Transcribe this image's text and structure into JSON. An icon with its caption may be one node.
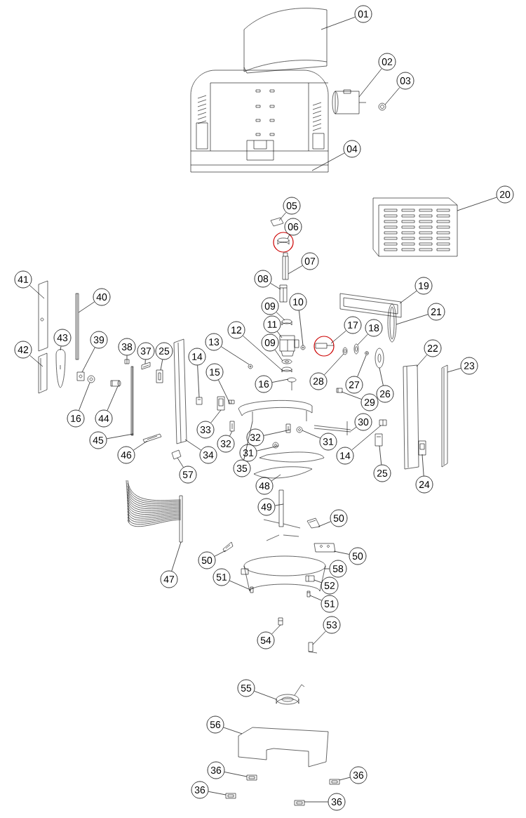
{
  "diagram": {
    "nodes": [
      {
        "text": [
          "01"
        ]
      },
      {
        "text": [
          "02"
        ]
      },
      {
        "text": [
          "03"
        ]
      },
      {
        "text": [
          "04"
        ]
      },
      {
        "text": [
          "05"
        ]
      },
      {
        "text": [
          "06"
        ]
      },
      {
        "text": [
          "20"
        ]
      },
      {
        "text": [
          "07"
        ]
      },
      {
        "text": [
          "08"
        ]
      },
      {
        "text": [
          "41"
        ]
      },
      {
        "text": [
          "40"
        ]
      },
      {
        "text": [
          "19"
        ]
      },
      {
        "text": [
          "10"
        ]
      },
      {
        "text": [
          "09"
        ]
      },
      {
        "text": [
          "11"
        ]
      },
      {
        "text": [
          "12"
        ]
      },
      {
        "text": [
          "09"
        ]
      },
      {
        "text": [
          "17"
        ]
      },
      {
        "text": [
          "18"
        ]
      },
      {
        "text": [
          "21"
        ]
      },
      {
        "text": [
          "43"
        ]
      },
      {
        "text": [
          "39"
        ]
      },
      {
        "text": [
          "38"
        ]
      },
      {
        "text": [
          "37"
        ]
      },
      {
        "text": [
          "25"
        ]
      },
      {
        "text": [
          "13"
        ]
      },
      {
        "text": [
          "42"
        ]
      },
      {
        "text": [
          "22"
        ]
      },
      {
        "text": [
          "14"
        ]
      },
      {
        "text": [
          "23"
        ]
      },
      {
        "text": [
          "15"
        ]
      },
      {
        "text": [
          "16"
        ]
      },
      {
        "text": [
          "28"
        ]
      },
      {
        "text": [
          "27"
        ]
      },
      {
        "text": [
          "26"
        ]
      },
      {
        "text": [
          "29"
        ]
      },
      {
        "text": [
          "16"
        ]
      },
      {
        "text": [
          "44"
        ]
      },
      {
        "text": [
          "33"
        ]
      },
      {
        "text": [
          "32"
        ]
      },
      {
        "text": [
          "30"
        ]
      },
      {
        "text": [
          "45"
        ]
      },
      {
        "text": [
          "32"
        ]
      },
      {
        "text": [
          "31"
        ]
      },
      {
        "text": [
          "14"
        ]
      },
      {
        "text": [
          "25"
        ]
      },
      {
        "text": [
          "46"
        ]
      },
      {
        "text": [
          "34"
        ]
      },
      {
        "text": [
          "35"
        ]
      },
      {
        "text": [
          "31"
        ]
      },
      {
        "text": [
          "57"
        ]
      },
      {
        "text": [
          "48"
        ]
      },
      {
        "text": [
          "24"
        ]
      },
      {
        "text": [
          "49"
        ]
      },
      {
        "text": [
          "50"
        ]
      },
      {
        "text": [
          "50"
        ]
      },
      {
        "text": [
          "50"
        ]
      },
      {
        "text": [
          "58"
        ]
      },
      {
        "text": [
          "47"
        ]
      },
      {
        "text": [
          "51"
        ]
      },
      {
        "text": [
          "52"
        ]
      },
      {
        "text": [
          "51"
        ]
      },
      {
        "text": [
          "54"
        ]
      },
      {
        "text": [
          "53"
        ]
      },
      {
        "text": [
          "55"
        ]
      },
      {
        "text": [
          "56"
        ]
      },
      {
        "text": [
          "36"
        ]
      },
      {
        "text": [
          "36"
        ]
      },
      {
        "text": [
          "36"
        ]
      },
      {
        "text": [
          "36"
        ]
      },
      {
        "text": [],
        "shape": "picture"
      },
      {
        "text": [],
        "shape": "picture"
      },
      {
        "text": [],
        "shape": "picture"
      },
      {
        "text": [],
        "shape": "picture"
      },
      {
        "text": [],
        "shape": "picture"
      },
      {
        "text": [],
        "shape": "picture"
      },
      {
        "text": [],
        "shape": "picture"
      },
      {
        "text": [],
        "shape": "picture"
      },
      {
        "text": [],
        "shape": "picture"
      },
      {
        "text": [],
        "shape": "picture"
      },
      {
        "text": [],
        "shape": "picture"
      },
      {
        "text": [],
        "shape": "picture"
      },
      {
        "text": [],
        "shape": "picture"
      },
      {
        "text": [],
        "shape": "picture"
      },
      {
        "text": [],
        "shape": "picture"
      },
      {
        "text": [],
        "shape": "picture"
      },
      {
        "text": [],
        "shape": "picture"
      },
      {
        "text": [],
        "shape": "picture"
      },
      {
        "text": [],
        "shape": "picture"
      },
      {
        "text": [],
        "shape": "picture"
      },
      {
        "text": [],
        "shape": "picture"
      },
      {
        "text": [],
        "shape": "picture"
      },
      {
        "text": [],
        "shape": "picture"
      },
      {
        "text": [],
        "shape": "picture"
      },
      {
        "text": [],
        "shape": "picture"
      },
      {
        "text": [],
        "shape": "picture"
      },
      {
        "text": [],
        "shape": "picture"
      },
      {
        "text": [],
        "shape": "picture"
      },
      {
        "text": [],
        "shape": "picture"
      },
      {
        "text": [],
        "shape": "picture"
      },
      {
        "text": [],
        "shape": "picture"
      },
      {
        "text": [],
        "shape": "picture"
      },
      {
        "text": [],
        "shape": "picture"
      },
      {
        "text": [],
        "shape": "picture"
      },
      {
        "text": [],
        "shape": "picture"
      },
      {
        "text": [],
        "shape": "picture"
      },
      {
        "text": [],
        "shape": "picture"
      },
      {
        "text": [],
        "shape": "picture"
      },
      {
        "text": [],
        "shape": "picture"
      },
      {
        "text": [],
        "shape": "picture"
      },
      {
        "text": [],
        "shape": "picture"
      },
      {
        "text": [],
        "shape": "picture"
      },
      {
        "text": [],
        "shape": "picture"
      },
      {
        "text": [],
        "shape": "picture"
      },
      {
        "text": [],
        "shape": "picture"
      },
      {
        "text": [],
        "shape": "picture"
      },
      {
        "text": [],
        "shape": "picture"
      },
      {
        "text": [],
        "shape": "picture"
      },
      {
        "text": [],
        "shape": "picture"
      },
      {
        "text": [],
        "shape": "picture"
      },
      {
        "text": [],
        "shape": "picture"
      },
      {
        "text": [],
        "shape": "picture"
      },
      {
        "text": [],
        "shape": "picture"
      },
      {
        "text": [],
        "shape": "picture"
      },
      {
        "text": [],
        "shape": "picture"
      },
      {
        "text": [],
        "shape": "picture"
      },
      {
        "text": [],
        "shape": "picture"
      },
      {
        "text": [],
        "shape": "picture"
      },
      {
        "text": [],
        "shape": "picture"
      },
      {
        "text": [],
        "shape": "picture"
      },
      {
        "text": [],
        "shape": "picture"
      },
      {
        "text": [],
        "shape": "picture"
      },
      {
        "text": [],
        "shape": "picture"
      },
      {
        "text": [],
        "shape": "picture"
      },
      {
        "text": [],
        "shape": "picture"
      },
      {
        "text": [],
        "shape": "picture"
      },
      {
        "text": [],
        "shape": "picture"
      },
      {
        "text": [],
        "shape": "picture"
      },
      {
        "text": [],
        "shape": "picture"
      },
      {
        "text": [],
        "shape": "picture"
      }
    ],
    "edges": [
      {
        "from": 0,
        "to": 70,
        "arrow": "none"
      },
      {
        "from": 1,
        "to": 71,
        "arrow": "none"
      },
      {
        "from": 2,
        "to": 72,
        "arrow": "none"
      },
      {
        "from": 3,
        "to": 73,
        "arrow": "none"
      },
      {
        "from": 4,
        "to": 74,
        "arrow": "none"
      },
      {
        "from": 5,
        "to": 75,
        "arrow": "none"
      },
      {
        "from": 6,
        "to": 76,
        "arrow": "none"
      },
      {
        "from": 7,
        "to": 77,
        "arrow": "none"
      },
      {
        "from": 8,
        "to": 78,
        "arrow": "none"
      },
      {
        "from": 9,
        "to": 79,
        "arrow": "none"
      },
      {
        "from": 10,
        "to": 80,
        "arrow": "none"
      },
      {
        "from": 11,
        "to": 81,
        "arrow": "none"
      },
      {
        "from": 12,
        "to": 82,
        "arrow": "none"
      },
      {
        "from": 13,
        "to": 83,
        "arrow": "none"
      },
      {
        "from": 14,
        "to": 84,
        "arrow": "none"
      },
      {
        "from": 15,
        "to": 85,
        "arrow": "none"
      },
      {
        "from": 16,
        "to": 86,
        "arrow": "none"
      },
      {
        "from": 17,
        "to": 87,
        "arrow": "none"
      },
      {
        "from": 18,
        "to": 88,
        "arrow": "none"
      },
      {
        "from": 19,
        "to": 89,
        "arrow": "none"
      },
      {
        "from": 20,
        "to": 90,
        "arrow": "none"
      },
      {
        "from": 21,
        "to": 91,
        "arrow": "none"
      },
      {
        "from": 22,
        "to": 92,
        "arrow": "none"
      },
      {
        "from": 23,
        "to": 93,
        "arrow": "none"
      },
      {
        "from": 24,
        "to": 94,
        "arrow": "none"
      },
      {
        "from": 25,
        "to": 95,
        "arrow": "none"
      },
      {
        "from": 26,
        "to": 96,
        "arrow": "none"
      },
      {
        "from": 27,
        "to": 97,
        "arrow": "none"
      },
      {
        "from": 28,
        "to": 98,
        "arrow": "none"
      },
      {
        "from": 29,
        "to": 99,
        "arrow": "none"
      },
      {
        "from": 30,
        "to": 100,
        "arrow": "none"
      },
      {
        "from": 31,
        "to": 101,
        "arrow": "none"
      },
      {
        "from": 32,
        "to": 102,
        "arrow": "none"
      },
      {
        "from": 33,
        "to": 103,
        "arrow": "none"
      },
      {
        "from": 34,
        "to": 104,
        "arrow": "none"
      },
      {
        "from": 35,
        "to": 105,
        "arrow": "none"
      },
      {
        "from": 36,
        "to": 106,
        "arrow": "none"
      },
      {
        "from": 37,
        "to": 107,
        "arrow": "none"
      },
      {
        "from": 38,
        "to": 108,
        "arrow": "none"
      },
      {
        "from": 39,
        "to": 109,
        "arrow": "none"
      },
      {
        "from": 40,
        "to": 110,
        "arrow": "none"
      },
      {
        "from": 41,
        "to": 111,
        "arrow": "none"
      },
      {
        "from": 42,
        "to": 112,
        "arrow": "none"
      },
      {
        "from": 43,
        "to": 113,
        "arrow": "none"
      },
      {
        "from": 44,
        "to": 114,
        "arrow": "none"
      },
      {
        "from": 45,
        "to": 115,
        "arrow": "none"
      },
      {
        "from": 46,
        "to": 116,
        "arrow": "none"
      },
      {
        "from": 47,
        "to": 117,
        "arrow": "none"
      },
      {
        "from": 48,
        "to": 118,
        "arrow": "none"
      },
      {
        "from": 49,
        "to": 119,
        "arrow": "none"
      },
      {
        "from": 50,
        "to": 120,
        "arrow": "none"
      },
      {
        "from": 51,
        "to": 121,
        "arrow": "none"
      },
      {
        "from": 52,
        "to": 122,
        "arrow": "none"
      },
      {
        "from": 53,
        "to": 123,
        "arrow": "none"
      },
      {
        "from": 54,
        "to": 124,
        "arrow": "none"
      },
      {
        "from": 55,
        "to": 125,
        "arrow": "none"
      },
      {
        "from": 56,
        "to": 126,
        "arrow": "none"
      },
      {
        "from": 57,
        "to": 127,
        "arrow": "none"
      },
      {
        "from": 58,
        "to": 128,
        "arrow": "none"
      },
      {
        "from": 59,
        "to": 129,
        "arrow": "none"
      },
      {
        "from": 60,
        "to": 130,
        "arrow": "none"
      },
      {
        "from": 61,
        "to": 131,
        "arrow": "none"
      },
      {
        "from": 62,
        "to": 132,
        "arrow": "none"
      },
      {
        "from": 63,
        "to": 133,
        "arrow": "none"
      },
      {
        "from": 64,
        "to": 134,
        "arrow": "none"
      },
      {
        "from": 65,
        "to": 135,
        "arrow": "none"
      },
      {
        "from": 66,
        "to": 136,
        "arrow": "none"
      },
      {
        "from": 67,
        "to": 137,
        "arrow": "none"
      },
      {
        "from": 68,
        "to": 138,
        "arrow": "none"
      },
      {
        "from": 69,
        "to": 139,
        "arrow": "none"
      }
    ]
  }
}
